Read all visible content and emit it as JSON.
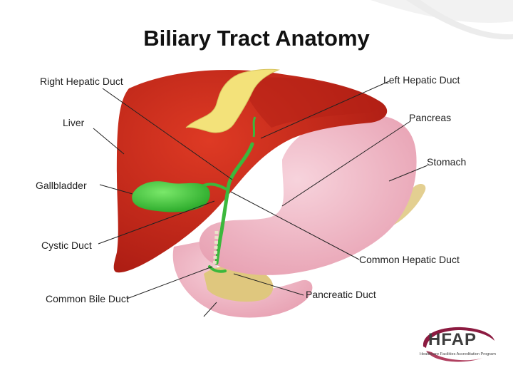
{
  "slide": {
    "title": "Biliary Tract Anatomy"
  },
  "diagram": {
    "labels": {
      "right_hepatic_duct": "Right Hepatic Duct",
      "left_hepatic_duct": "Left Hepatic Duct",
      "liver": "Liver",
      "pancreas": "Pancreas",
      "stomach": "Stomach",
      "gallbladder": "Gallbladder",
      "cystic_duct": "Cystic Duct",
      "common_hepatic_duct": "Common Hepatic Duct",
      "common_bile_duct": "Common Bile Duct",
      "pancreatic_duct": "Pancreatic Duct"
    }
  },
  "logo": {
    "name": "HFAP",
    "tagline": "Healthcare Facilities Accreditation Program"
  },
  "colors": {
    "liver": "#c8281c",
    "stomach": "#efb8c4",
    "pancreas": "#e3cd8c",
    "gallbladder": "#3cc83c",
    "ducts": "#f3e27a",
    "brand": "#8c1a40"
  }
}
